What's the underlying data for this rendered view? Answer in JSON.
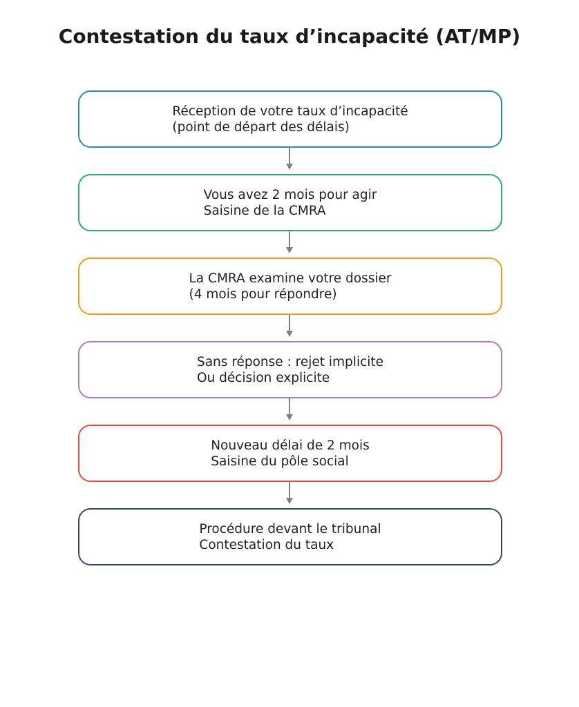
{
  "title": "Contestation du taux d’incapacité (AT/MP)",
  "steps": [
    {
      "line1": "Réception de votre taux d’incapacité",
      "line2": "(point de départ des délais)",
      "color": "#2e86c1"
    },
    {
      "line1": "Vous avez 2 mois pour agir",
      "line2": "Saisine de la CMRA",
      "color": "#27b463"
    },
    {
      "line1": "La CMRA examine votre dossier",
      "line2": "(4 mois pour répondre)",
      "color": "#f39c12"
    },
    {
      "line1": "Sans réponse : rejet implicite",
      "line2": "Ou décision explicite",
      "color": "#af7ac5"
    },
    {
      "line1": "Nouveau délai de 2 mois",
      "line2": "Saisine du pôle social",
      "color": "#e74c3c"
    },
    {
      "line1": "Procédure devant le tribunal",
      "line2": "Contestation du taux",
      "color": "#34495e"
    }
  ],
  "arrow_color": "#808080"
}
